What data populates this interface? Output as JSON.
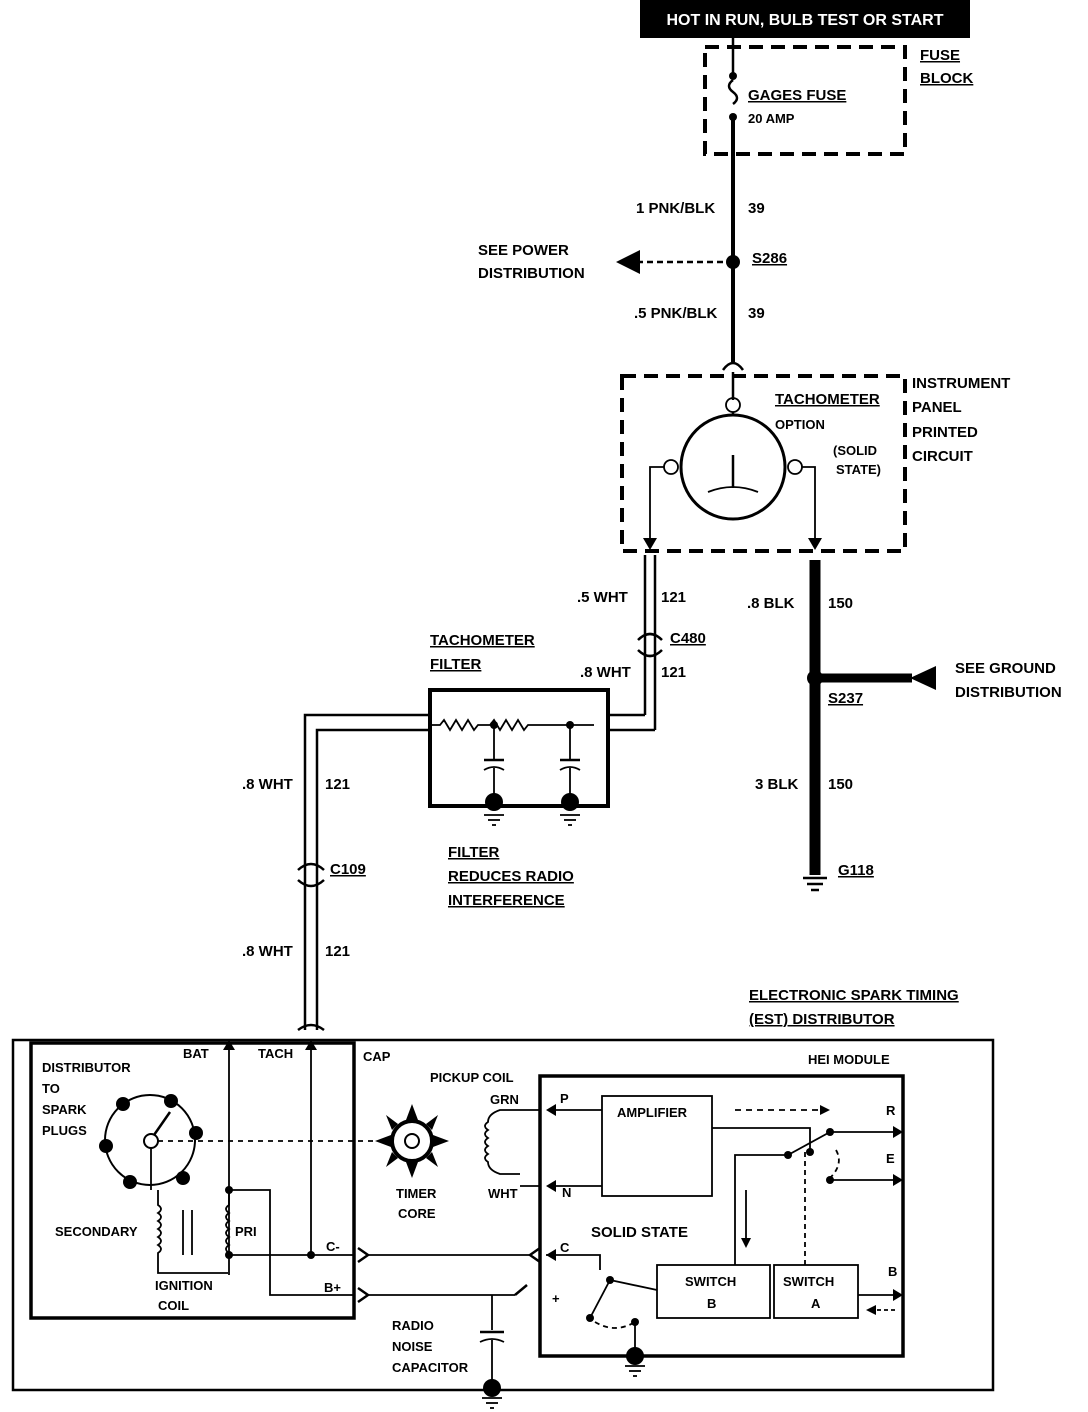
{
  "header": "HOT IN RUN, BULB TEST OR START",
  "fuse_block": {
    "title_line1": "FUSE",
    "title_line2": "BLOCK",
    "fuse_name": "GAGES FUSE",
    "fuse_rating": "20 AMP"
  },
  "wires": {
    "w1_label": "1 PNK/BLK",
    "w1_circuit": "39",
    "w2_label": ".5 PNK/BLK",
    "w2_circuit": "39",
    "w3_label": ".5 WHT",
    "w3_circuit": "121",
    "w4_label": ".8 WHT",
    "w4_circuit": "121",
    "w5_label": ".8 WHT",
    "w5_circuit": "121",
    "w6_label": ".8 WHT",
    "w6_circuit": "121",
    "g1_label": ".8 BLK",
    "g1_circuit": "150",
    "g2_label": "3 BLK",
    "g2_circuit": "150"
  },
  "splices": {
    "s286": "S286",
    "s237": "S237"
  },
  "connectors": {
    "c480": "C480",
    "c109": "C109"
  },
  "grounds": {
    "g118": "G118"
  },
  "refs": {
    "power_line1": "SEE POWER",
    "power_line2": "DISTRIBUTION",
    "ground_line1": "SEE GROUND",
    "ground_line2": "DISTRIBUTION"
  },
  "instrument_panel": {
    "line1": "INSTRUMENT",
    "line2": "PANEL",
    "line3": "PRINTED",
    "line4": "CIRCUIT",
    "tach_title": "TACHOMETER",
    "tach_option": "OPTION",
    "solid_line1": "(SOLID",
    "solid_line2": "STATE)"
  },
  "filter": {
    "title_line1": "TACHOMETER",
    "title_line2": "FILTER",
    "note_line1": "FILTER",
    "note_line2": "REDUCES RADIO",
    "note_line3": "INTERFERENCE"
  },
  "distributor": {
    "title_line1": "ELECTRONIC SPARK TIMING",
    "title_line2": "(EST) DISTRIBUTOR",
    "cap": "CAP",
    "bat": "BAT",
    "tach": "TACH",
    "dist_line1": "DISTRIBUTOR",
    "dist_line2": "TO",
    "dist_line3": "SPARK",
    "dist_line4": "PLUGS",
    "secondary": "SECONDARY",
    "pri": "PRI",
    "coil_line1": "IGNITION",
    "coil_line2": "COIL",
    "c_minus": "C-",
    "b_plus": "B+",
    "pickup": "PICKUP COIL",
    "grn": "GRN",
    "wht": "WHT",
    "timer_line1": "TIMER",
    "timer_line2": "CORE",
    "cap_line1": "RADIO",
    "cap_line2": "NOISE",
    "cap_line3": "CAPACITOR",
    "hei": "HEI MODULE",
    "amplifier": "AMPLIFIER",
    "solid_state": "SOLID STATE",
    "switch_b_line1": "SWITCH",
    "switch_b_line2": "B",
    "switch_a_line1": "SWITCH",
    "switch_a_line2": "A",
    "p": "P",
    "n": "N",
    "c": "C",
    "plus": "+",
    "r": "R",
    "e": "E",
    "b": "B"
  }
}
